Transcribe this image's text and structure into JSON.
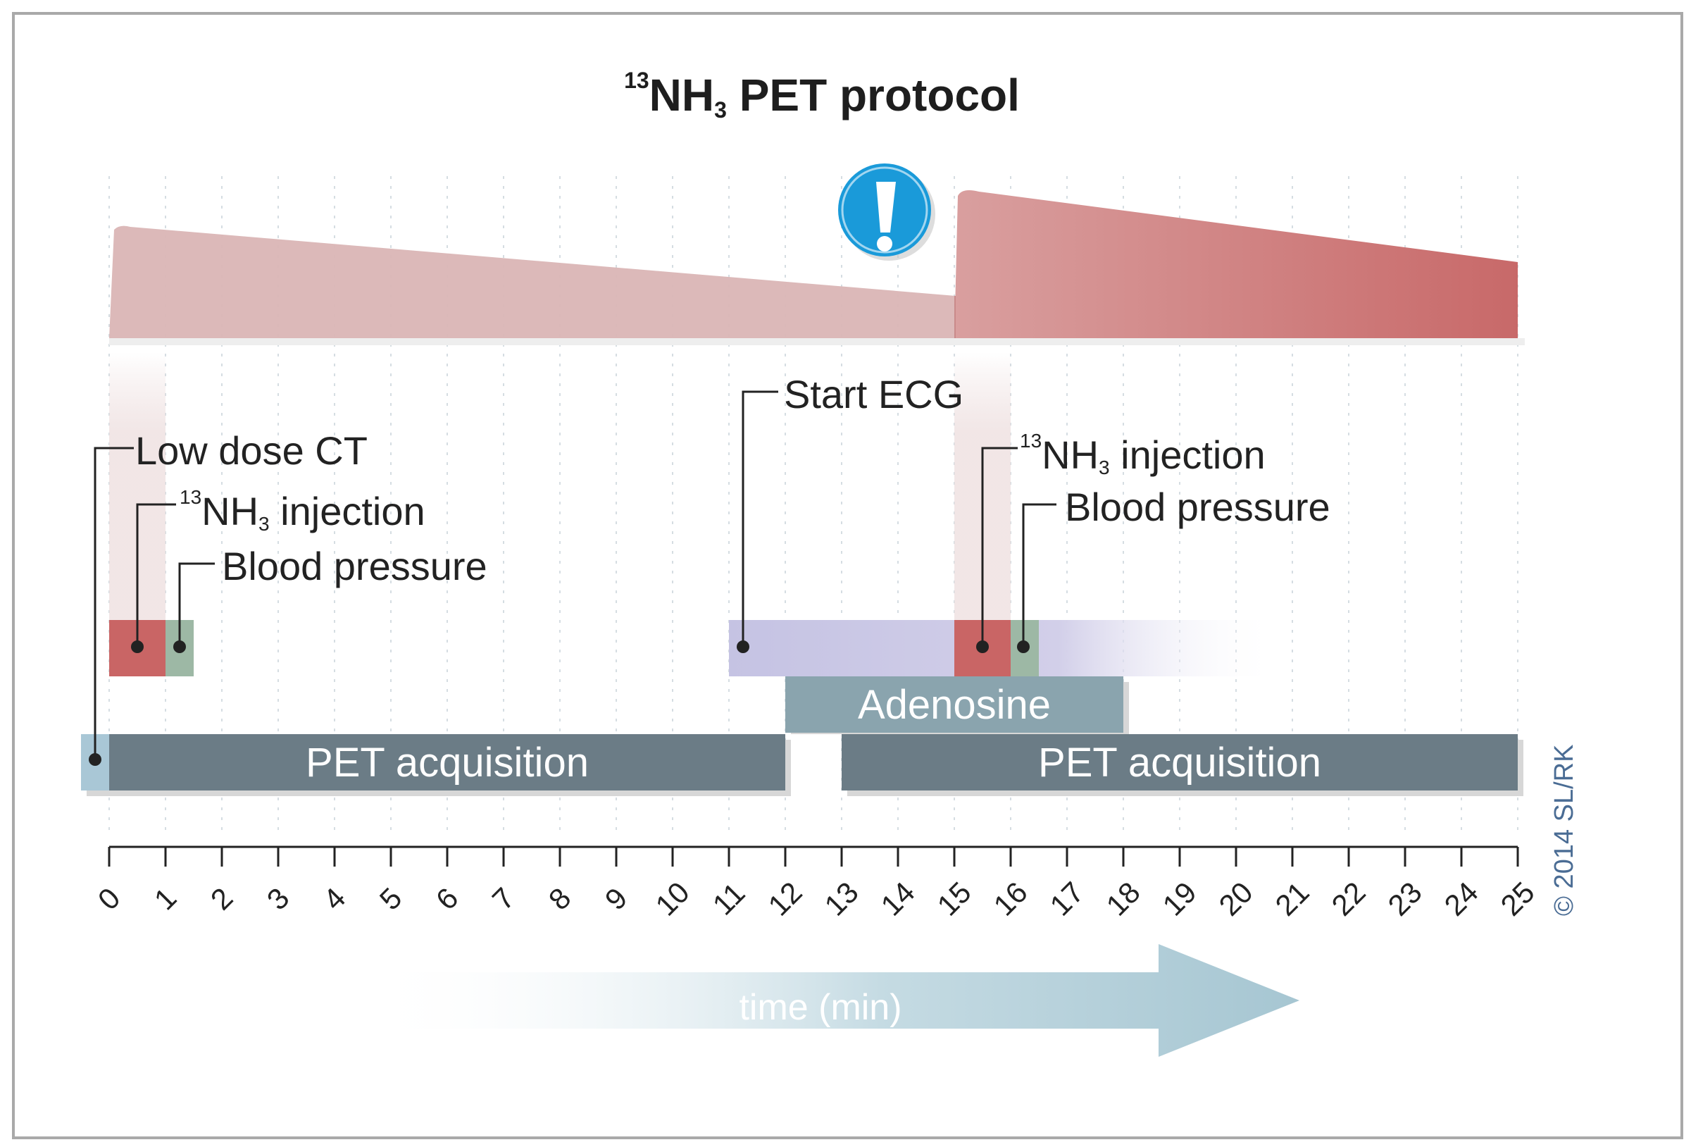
{
  "title": {
    "sup": "13",
    "main_a": "NH",
    "sub": "3",
    "main_b": " PET protocol"
  },
  "chart_data": {
    "type": "timeline",
    "x_axis": {
      "label": "time (min)",
      "min": 0,
      "max": 25,
      "ticks": [
        "0",
        "1",
        "2",
        "3",
        "4",
        "5",
        "6",
        "7",
        "8",
        "9",
        "10",
        "11",
        "12",
        "13",
        "14",
        "15",
        "16",
        "17",
        "18",
        "19",
        "20",
        "21",
        "22",
        "23",
        "24",
        "25"
      ]
    },
    "events": [
      {
        "name": "Low dose CT",
        "start": -0.5,
        "end": 0
      },
      {
        "name": "13NH3 injection",
        "start": 0,
        "end": 1
      },
      {
        "name": "Blood pressure",
        "start": 1,
        "end": 1.5
      },
      {
        "name": "PET acquisition",
        "start": 0,
        "end": 12
      },
      {
        "name": "Start ECG",
        "start": 11,
        "end": 20.5
      },
      {
        "name": "Adenosine",
        "start": 12,
        "end": 18
      },
      {
        "name": "13NH3 injection",
        "start": 15,
        "end": 16
      },
      {
        "name": "Blood pressure",
        "start": 16,
        "end": 16.5
      },
      {
        "name": "PET acquisition",
        "start": 13,
        "end": 25
      }
    ],
    "activity_curve": [
      {
        "start": 0,
        "end": 15,
        "level_start": 1.0,
        "level_end": 0.4
      },
      {
        "start": 15,
        "end": 25,
        "level_start": 1.3,
        "level_end": 0.65
      }
    ]
  },
  "labels": {
    "low_dose_ct": "Low dose CT",
    "inj1": {
      "sup": "13",
      "a": "NH",
      "sub": "3",
      "b": " injection"
    },
    "bp1": "Blood pressure",
    "start_ecg": "Start ECG",
    "inj2": {
      "sup": "13",
      "a": "NH",
      "sub": "3",
      "b": " injection"
    },
    "bp2": "Blood pressure",
    "adenosine": "Adenosine",
    "pet1": "PET acquisition",
    "pet2": "PET acquisition"
  },
  "time_label": "time (min)",
  "copyright": "© 2014 SL/RK",
  "colors": {
    "pet_bar": "#6b7c86",
    "adenosine_bar": "#8aa4ae",
    "injection": "#c96565",
    "blood_pressure": "#9db8a5",
    "ecg": "#c9c6e6",
    "ct": "#a9c7d6",
    "curve": "#d7a4a4",
    "arrow": "#a9c7d3",
    "alert": "#1a9ad9"
  }
}
